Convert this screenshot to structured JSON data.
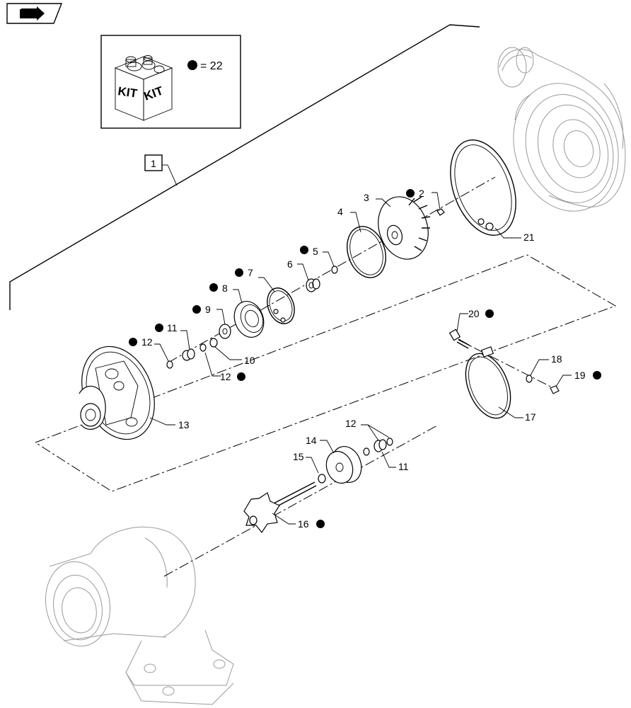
{
  "header": {
    "nav_icon": "arrow-nav-icon"
  },
  "kit_box": {
    "kit_left": "KIT",
    "kit_right": "KIT",
    "legend_eq": "= 22"
  },
  "labels": {
    "l1": "1",
    "l2": "2",
    "l3": "3",
    "l4": "4",
    "l5": "5",
    "l6": "6",
    "l7": "7",
    "l8": "8",
    "l9": "9",
    "l10": "10",
    "l11a": "11",
    "l11b": "11",
    "l12a": "12",
    "l12b": "12",
    "l12c": "12",
    "l13": "13",
    "l14": "14",
    "l15": "15",
    "l16": "16",
    "l17": "17",
    "l18": "18",
    "l19": "19",
    "l20": "20",
    "l21": "21"
  },
  "kit_parts_marker": "filled-dot-icon"
}
